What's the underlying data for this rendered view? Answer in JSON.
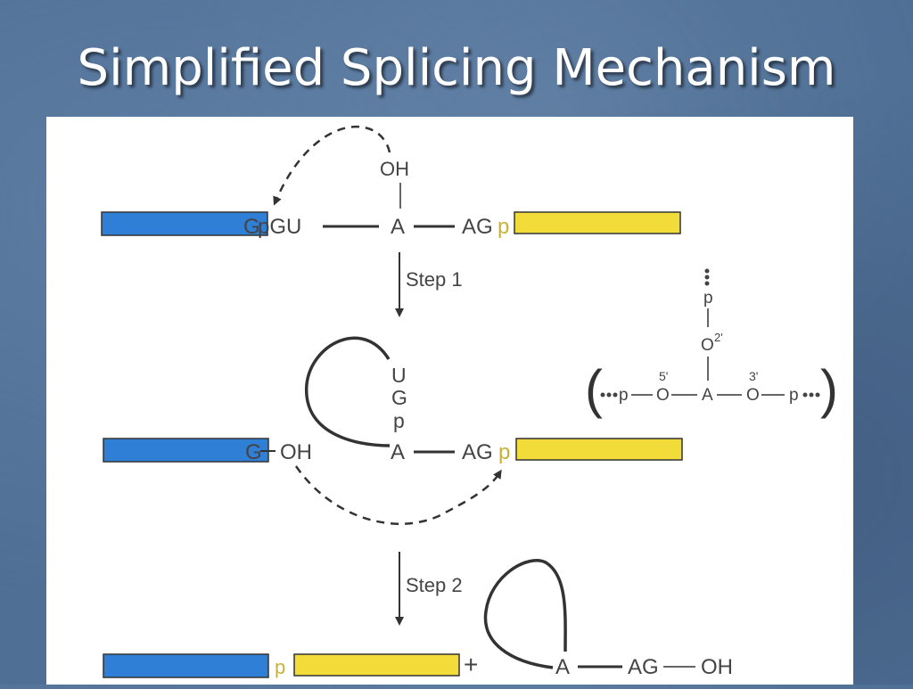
{
  "slide": {
    "title": "Simplified Splicing Mechanism"
  },
  "colors": {
    "exon1": "#2f7fd6",
    "exon2": "#f2dc3a",
    "outline": "#333333",
    "text": "#444444"
  },
  "diagram": {
    "row1": {
      "g": "G",
      "pgu": "pGU",
      "a": "A",
      "ag": "AG",
      "p": "p",
      "oh": "OH"
    },
    "step1": "Step 1",
    "row2": {
      "g": "G",
      "oh": "OH",
      "u": "U",
      "g2": "G",
      "p": "p",
      "a": "A",
      "ag": "AG",
      "p2": "p"
    },
    "branch": {
      "top_p": "p",
      "o2": "O",
      "o2_sup": "2'",
      "left_open": "(",
      "left_p": "p",
      "o5": "O",
      "o5_label": "5'",
      "a": "A",
      "o3": "O",
      "o3_label": "3'",
      "right_p": "p",
      "right_close": ")"
    },
    "step2": "Step 2",
    "row3": {
      "p": "p",
      "plus": "+",
      "a": "A",
      "ag": "AG",
      "oh": "OH"
    }
  }
}
